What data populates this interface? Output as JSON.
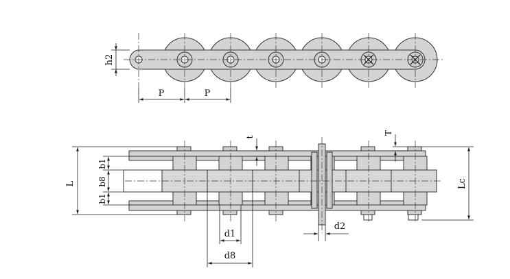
{
  "labels": {
    "h2": "h2",
    "p1": "P",
    "p2": "P",
    "t": "t",
    "T": "T",
    "L": "L",
    "b1_top": "b1",
    "b8": "b8",
    "b1_bot": "b1",
    "Lc": "Lc",
    "d1": "d1",
    "d2": "d2",
    "d8": "d8"
  },
  "colors": {
    "plate_fill": "#d4d4d4",
    "line": "#1a1a1a",
    "background": "#ffffff"
  }
}
